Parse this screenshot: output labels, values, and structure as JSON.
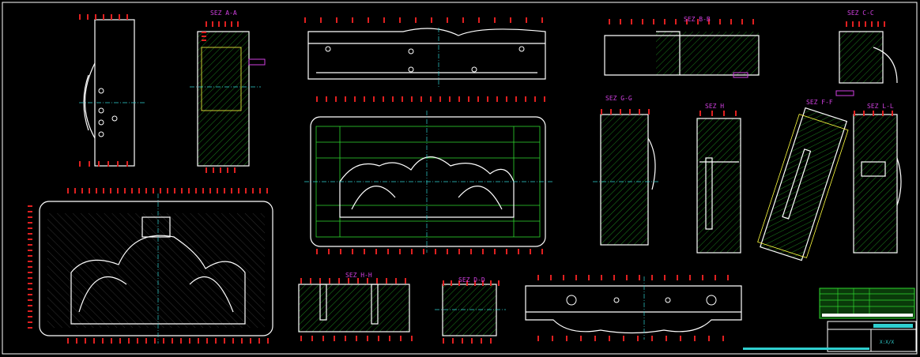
{
  "drawing": {
    "title": "Mould assembly drawing",
    "colors": {
      "background": "#000000",
      "outline": "#ffffff",
      "section_label": "#d040e0",
      "dimension": "#e02020",
      "hatch": "#2fd82f",
      "centerline": "#30d0d0",
      "hidden": "#ffff40"
    },
    "section_labels": {
      "a": "SEZ A-A",
      "b": "SEZ B-B",
      "c": "SEZ C-C",
      "g": "SEZ G-G",
      "h": "SEZ H",
      "f": "SEZ F-F",
      "l": "SEZ L-L",
      "hh": "SEZ H-H",
      "d": "SEZ D-D"
    },
    "title_block": {
      "scale_note": "X:X/X"
    }
  }
}
